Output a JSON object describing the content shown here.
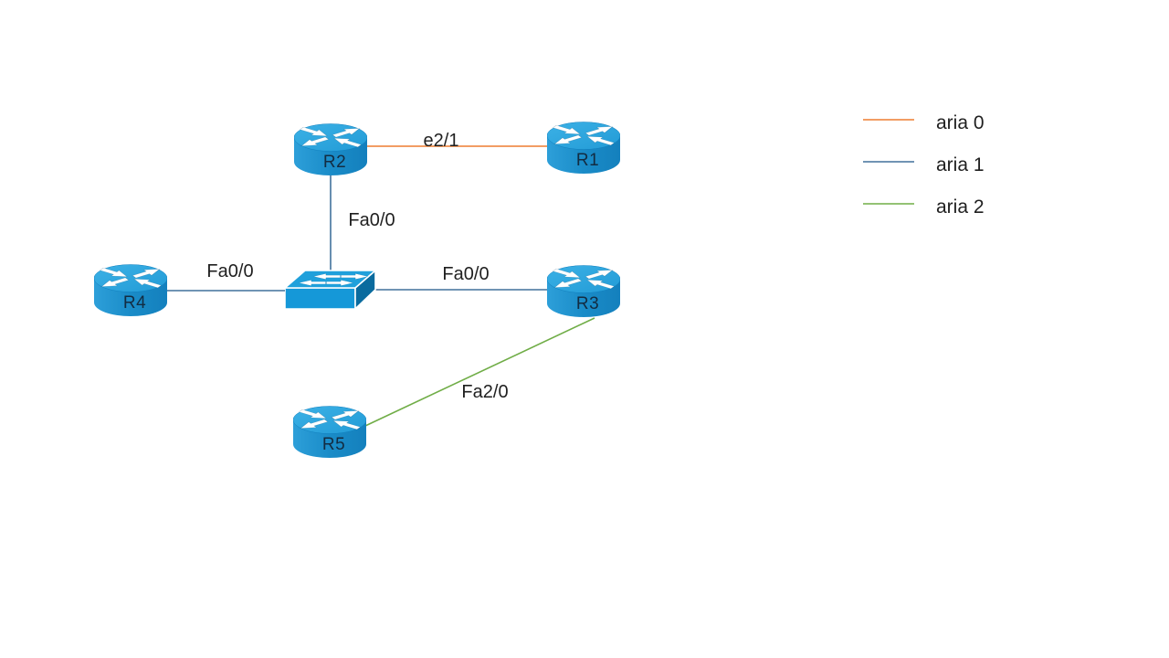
{
  "colors": {
    "aria0": "#ED7D31",
    "aria1": "#41719C",
    "aria2": "#70AD47",
    "device_blue_top": "#2FA7DF",
    "device_blue_body": "#1A8CC8",
    "switch_top": "#1FA0DB",
    "switch_front": "#1598D8",
    "switch_side": "#0A6B9E"
  },
  "nodes": {
    "r1": {
      "label": "R1",
      "type": "router"
    },
    "r2": {
      "label": "R2",
      "type": "router"
    },
    "r3": {
      "label": "R3",
      "type": "router"
    },
    "r4": {
      "label": "R4",
      "type": "router"
    },
    "r5": {
      "label": "R5",
      "type": "router"
    },
    "sw": {
      "type": "switch"
    }
  },
  "links": {
    "r2_r1": {
      "label": "e2/1",
      "color": "#ED7D31"
    },
    "r2_sw": {
      "label": "Fa0/0",
      "color": "#41719C"
    },
    "r4_sw": {
      "label": "Fa0/0",
      "color": "#41719C"
    },
    "sw_r3": {
      "label": "Fa0/0",
      "color": "#41719C"
    },
    "r3_r5": {
      "label": "Fa2/0",
      "color": "#70AD47"
    }
  },
  "legend": {
    "items": [
      {
        "label": "aria 0",
        "color": "#ED7D31"
      },
      {
        "label": "aria 1",
        "color": "#41719C"
      },
      {
        "label": "aria 2",
        "color": "#70AD47"
      }
    ]
  }
}
